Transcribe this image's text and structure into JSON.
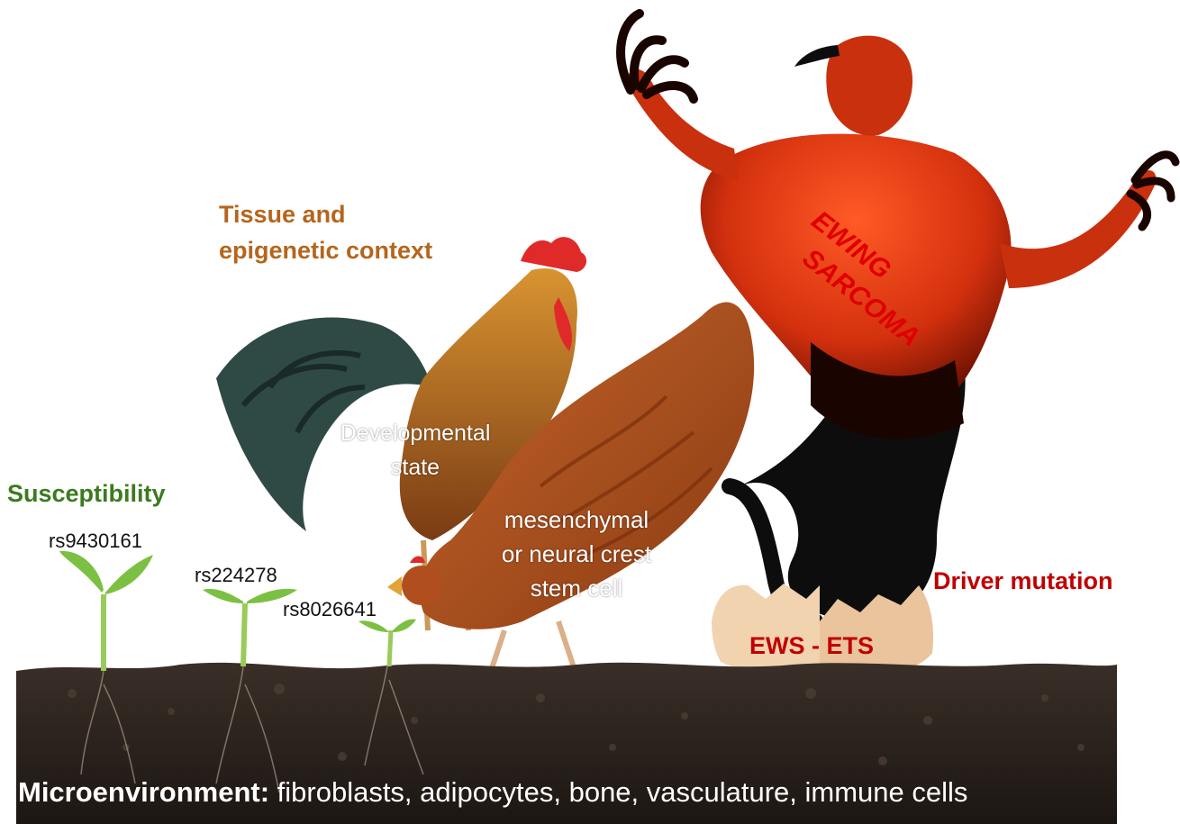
{
  "labels": {
    "tissue": [
      "Tissue and",
      "epigenetic context"
    ],
    "developmental": [
      "Developmental",
      "state"
    ],
    "stem_cell": [
      "mesenchymal",
      "or neural crest",
      "stem cell"
    ],
    "susceptibility": "Susceptibility",
    "snps": [
      "rs9430161",
      "rs224278",
      "rs8026641"
    ],
    "driver": "Driver mutation",
    "fusion": "EWS - ETS",
    "ewing": [
      "EWING",
      "SARCOMA"
    ],
    "micro_key": "Microenvironment:",
    "micro_rest": " fibroblasts, adipocytes, bone, vasculature, immune cells"
  },
  "colors": {
    "tissue": "#b5651d",
    "susceptibility": "#3c7a1f",
    "driver": "#c00000",
    "genie_red": "#d83a12",
    "genie_dark": "#0d0d0d",
    "soil": "#2a221d",
    "sprout": "#7cc043",
    "hen": "#b5521e",
    "rooster_body": "#a8641e",
    "rooster_tail": "#2f4a45",
    "comb": "#e02a2a",
    "eggshell": "#f1d3b0"
  },
  "icons": {
    "genie": "genie-illustration",
    "rooster": "rooster-illustration",
    "hen": "hen-illustration",
    "egg": "cracked-egg-illustration",
    "sprout": "seedling-illustration",
    "soil": "soil-illustration"
  }
}
